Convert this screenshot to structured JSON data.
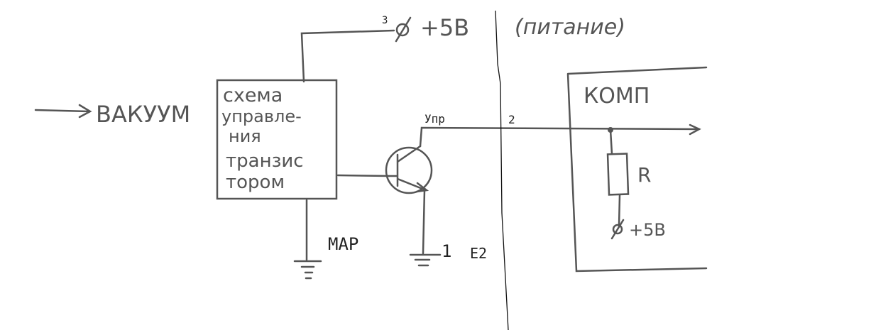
{
  "input_label": "ВАКУУМ",
  "control_block": {
    "lines": [
      "схема",
      "управле-",
      "ния",
      "транзис",
      "тором"
    ]
  },
  "power": {
    "pin": "3",
    "voltage": "+5В",
    "note": "(питание)"
  },
  "signal": {
    "label": "Упр",
    "pin": "2"
  },
  "ground": {
    "map_label": "МАР",
    "pin": "1",
    "pin_label": "E2"
  },
  "computer": {
    "title": "КОМП",
    "resistor": "R",
    "voltage": "+5В"
  },
  "colors": {
    "ink": "#555555",
    "line": "#111111"
  }
}
